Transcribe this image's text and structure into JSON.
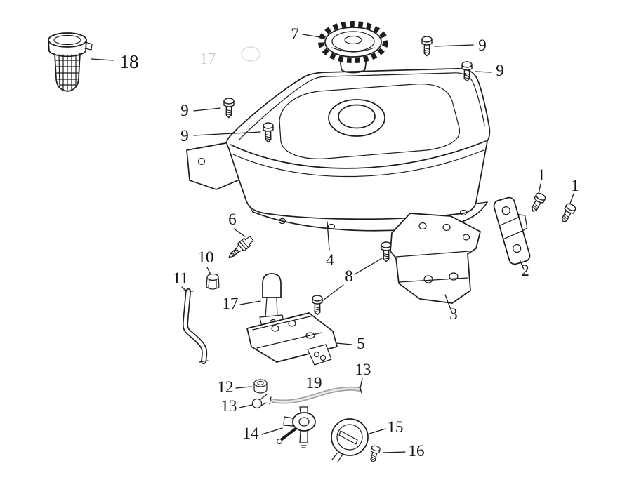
{
  "figure": {
    "subject": "Fuel tank assembly exploded parts diagram",
    "part_numbers_visible": [
      "1",
      "2",
      "3",
      "4",
      "5",
      "6",
      "7",
      "8",
      "9",
      "10",
      "11",
      "12",
      "13",
      "14",
      "15",
      "16",
      "17",
      "18",
      "19"
    ]
  },
  "colors": {
    "background": "#ffffff",
    "line": "#1c1c1c",
    "fuel_line_gray": "#a3a3a3",
    "ghost_gray": "#cdcdcd"
  },
  "labels": {
    "l1a": "1",
    "l1b": "1",
    "l2": "2",
    "l3": "3",
    "l4": "4",
    "l5": "5",
    "l6": "6",
    "l7": "7",
    "l8": "8",
    "l9a": "9",
    "l9b": "9",
    "l9c": "9",
    "l9d": "9",
    "l10": "10",
    "l11": "11",
    "l12": "12",
    "l13a": "13",
    "l13b": "13",
    "l14": "14",
    "l15": "15",
    "l16": "16",
    "l17": "17",
    "l18": "18",
    "l19": "19",
    "ghost17": "17"
  }
}
